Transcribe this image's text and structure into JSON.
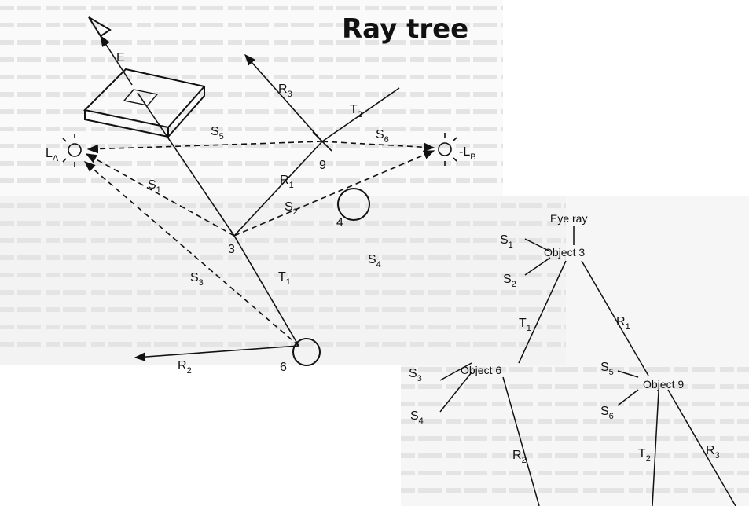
{
  "title": "Ray tree",
  "scene": {
    "eye_ray_label": "E",
    "lights": [
      {
        "letter": "L",
        "subscript": "A"
      },
      {
        "letter": "L",
        "subscript": "B"
      }
    ],
    "objects": [
      "3",
      "4",
      "6",
      "9"
    ],
    "rays": [
      {
        "letter": "S",
        "subscript": "1"
      },
      {
        "letter": "S",
        "subscript": "2"
      },
      {
        "letter": "S",
        "subscript": "3"
      },
      {
        "letter": "S",
        "subscript": "4"
      },
      {
        "letter": "S",
        "subscript": "5"
      },
      {
        "letter": "S",
        "subscript": "6"
      },
      {
        "letter": "R",
        "subscript": "1"
      },
      {
        "letter": "R",
        "subscript": "2"
      },
      {
        "letter": "R",
        "subscript": "3"
      },
      {
        "letter": "T",
        "subscript": "1"
      },
      {
        "letter": "T",
        "subscript": "2"
      }
    ]
  },
  "tree": {
    "root_label": "Eye ray",
    "nodes": [
      "Object 3",
      "Object 6",
      "Object 9"
    ],
    "edges": [
      {
        "letter": "S",
        "subscript": "1"
      },
      {
        "letter": "S",
        "subscript": "2"
      },
      {
        "letter": "T",
        "subscript": "1"
      },
      {
        "letter": "R",
        "subscript": "1"
      },
      {
        "letter": "S",
        "subscript": "3"
      },
      {
        "letter": "S",
        "subscript": "4"
      },
      {
        "letter": "R",
        "subscript": "2"
      },
      {
        "letter": "S",
        "subscript": "5"
      },
      {
        "letter": "S",
        "subscript": "6"
      },
      {
        "letter": "T",
        "subscript": "2"
      },
      {
        "letter": "R",
        "subscript": "3"
      }
    ]
  }
}
